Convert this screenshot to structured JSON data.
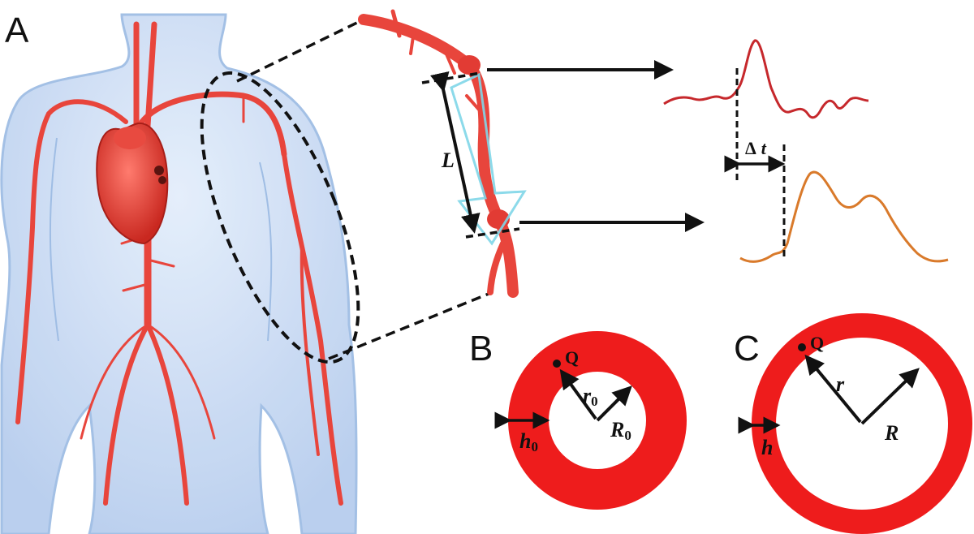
{
  "panels": {
    "a": {
      "letter": "A"
    },
    "b": {
      "letter": "B",
      "point": "Q",
      "inner_radius": "r",
      "inner_radius_sub": "0",
      "outer_radius": "R",
      "outer_radius_sub": "0",
      "thickness": "h",
      "thickness_sub": "0"
    },
    "c": {
      "letter": "C",
      "point": "Q",
      "inner_radius": "r",
      "outer_radius": "R",
      "thickness": "h"
    }
  },
  "artery_segment": {
    "length_label": "L"
  },
  "waveforms": {
    "delay_delta": "Δ",
    "delay_t": "t"
  },
  "colors": {
    "body": "#cfe0f5",
    "body_outline": "#9fbde4",
    "artery": "#e8453c",
    "heart": "#e23b34",
    "wall": "#ee1c1c",
    "proximal_wave": "#c6282c",
    "distal_wave": "#d97a2b",
    "flow_arrow": "#7fd6e8",
    "ink": "#111111"
  }
}
